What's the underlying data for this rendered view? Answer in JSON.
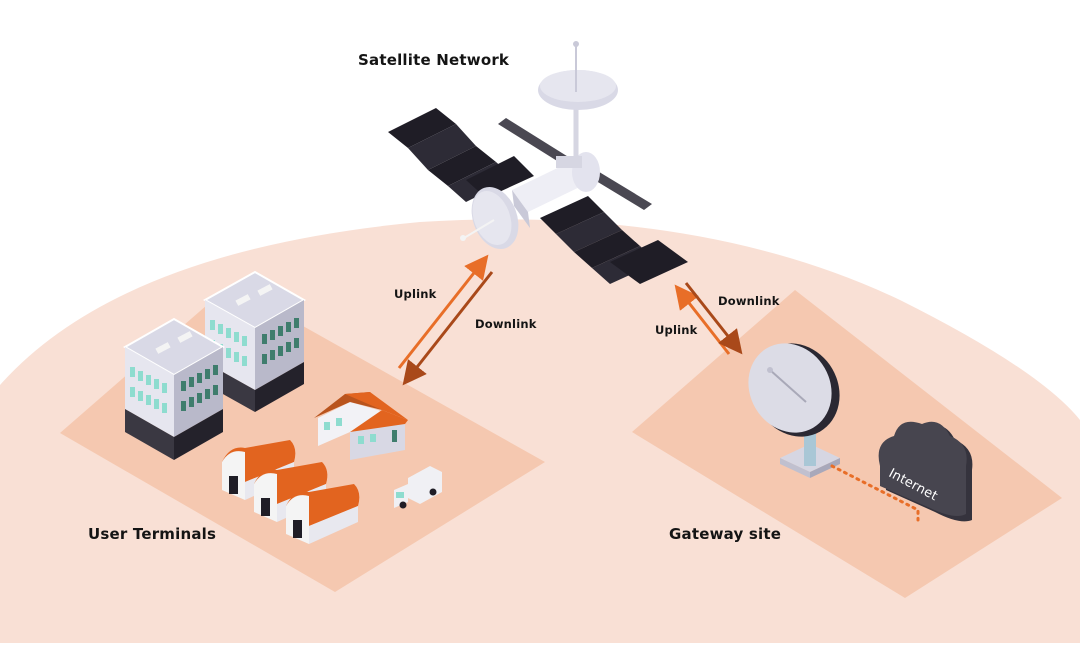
{
  "title": "Satellite Network",
  "sections": {
    "user_terminals": "User Terminals",
    "gateway_site": "Gateway site"
  },
  "links": {
    "left_uplink": "Uplink",
    "left_downlink": "Downlink",
    "right_uplink": "Uplink",
    "right_downlink": "Downlink"
  },
  "cloud_label": "Internet",
  "colors": {
    "ground_light": "#f9e0d5",
    "ground_pad": "#f5c8b0",
    "uplink": "#e86e28",
    "downlink": "#a9491a",
    "solar_panel": "#1f1d26",
    "satellite_body": "#e3e3ee",
    "roof": "#e2641f",
    "window": "#8edccf",
    "cloud": "#47454f"
  }
}
